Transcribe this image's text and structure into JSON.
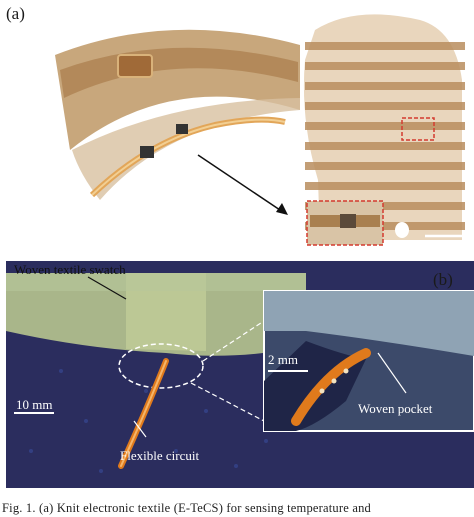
{
  "figure": {
    "panel_a_label": "(a)",
    "panel_b_label": "(b)",
    "annotations": {
      "woven_swatch": "Woven textile swatch",
      "scale_10mm": "10 mm",
      "scale_2mm": "2 mm",
      "woven_pocket": "Woven pocket",
      "flexible_circuit": "Flexible circuit"
    },
    "caption": "Fig. 1. (a) Knit electronic textile (E-TeCS) for sensing temperature and"
  },
  "colors": {
    "fabric_dark": "#2b2d5e",
    "fabric_light_green": "#b9c88a",
    "circuit_orange": "#e07a1c",
    "sweater_tan": "#c9a57a",
    "highlight_red": "#d43a2f"
  }
}
